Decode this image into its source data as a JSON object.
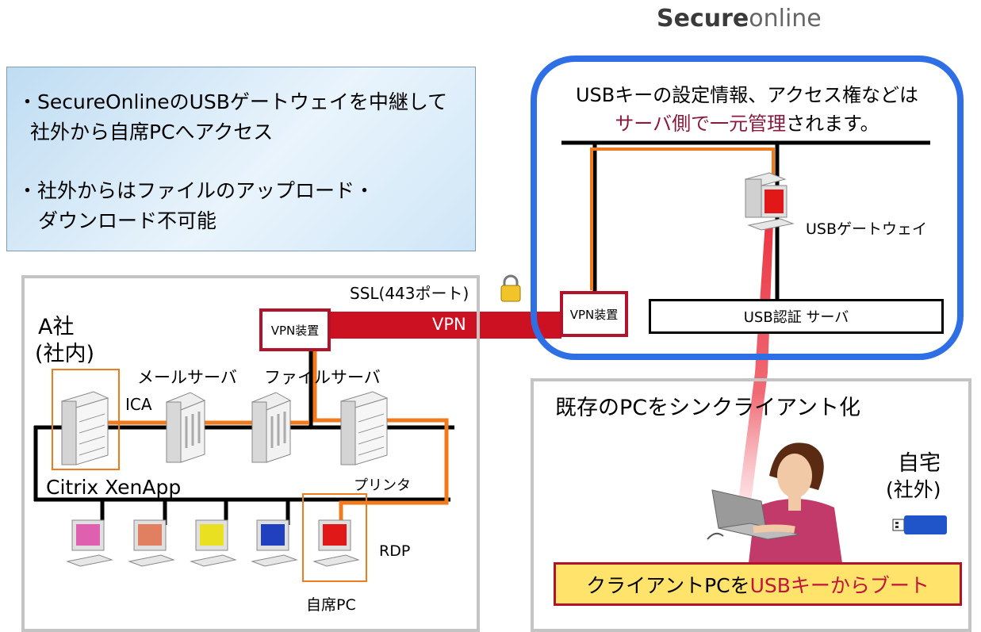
{
  "logo": {
    "secure": "Secure",
    "online": "online"
  },
  "info_panel": {
    "bullet_1_line_1": "・SecureOnlineのUSBゲートウェイを中継して",
    "bullet_1_line_2": "社外から自席PCへアクセス",
    "bullet_2_line_1": "・社外からはファイルのアップロード・",
    "bullet_2_line_2": "ダウンロード不可能"
  },
  "secure_online_panel": {
    "heading_line_1": "USBキーの設定情報、アクセス権などは",
    "heading_line_2_highlight": "サーバ側で一元管理",
    "heading_line_2_rest": "されます。",
    "gateway_label": "USBゲートウェイ",
    "vpn_device_label": "VPN装置",
    "auth_server_label": "USB認証 サーバ"
  },
  "connection": {
    "ssl_label": "SSL(443ポート)",
    "vpn_label": "VPN"
  },
  "company_a": {
    "title_line_1": "A社",
    "title_line_2": "(社内)",
    "vpn_device_label": "VPN装置",
    "mail_server_label": "メールサーバ",
    "file_server_label": "ファイルサーバ",
    "ica_label": "ICA",
    "citrix_label": "Citrix XenApp",
    "printer_label": "プリンタ",
    "rdp_label": "RDP",
    "own_pc_label": "自席PC"
  },
  "home": {
    "heading": "既存のPCをシンクライアント化",
    "title_line_1": "自宅",
    "title_line_2": "(社外)",
    "boot_prefix": "クライアントPCを",
    "boot_highlight": "USBキーからブート"
  },
  "colors": {
    "vpn_tunnel": "#cc1122",
    "orange_path": "#f07a1e",
    "blue_frame": "#2f6fe6",
    "highlight_text": "#8a1a3c",
    "boot_box_fill": "#ffe36b"
  },
  "icons": [
    "lock-icon",
    "usb-key-icon",
    "server-icon",
    "printer-icon",
    "monitor-icon",
    "laptop-user-icon"
  ]
}
